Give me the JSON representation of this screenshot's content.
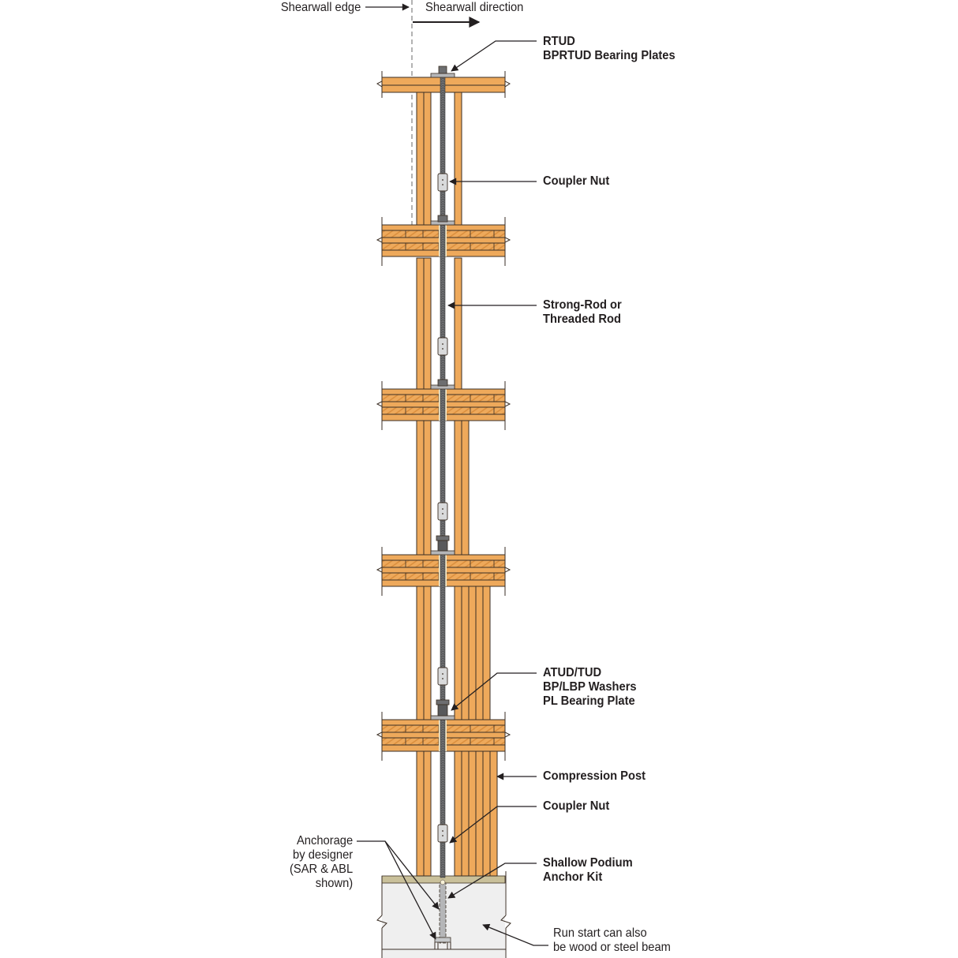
{
  "diagram": {
    "type": "continuous rod tiedown system elevation",
    "colors": {
      "lumber": "#eea95b",
      "lumber_grain": "#d98c3a",
      "outline": "#3a2e24",
      "rod": "#6d6e70",
      "steel_light": "#c7c9cb",
      "concrete": "#efefef",
      "sill": "#c9c09a",
      "leader": "#231f20"
    },
    "top_labels": {
      "shearwall_edge": "Shearwall edge",
      "shearwall_direction": "Shearwall direction"
    },
    "callouts": [
      {
        "id": "rtud",
        "lines": [
          "RTUD",
          "BPRTUD Bearing Plates"
        ]
      },
      {
        "id": "coupler-nut-top",
        "lines": [
          "Coupler Nut"
        ]
      },
      {
        "id": "strong-rod",
        "lines": [
          "Strong-Rod or",
          "Threaded Rod"
        ]
      },
      {
        "id": "atud",
        "lines": [
          "ATUD/TUD",
          "BP/LBP Washers",
          "PL Bearing Plate"
        ]
      },
      {
        "id": "compression-post",
        "lines": [
          "Compression Post"
        ]
      },
      {
        "id": "coupler-nut-bottom",
        "lines": [
          "Coupler Nut"
        ]
      },
      {
        "id": "shallow-podium",
        "lines": [
          "Shallow Podium",
          "Anchor Kit"
        ]
      }
    ],
    "notes": {
      "anchorage": [
        "Anchorage",
        "by designer",
        "(SAR & ABL",
        "shown)"
      ],
      "run_start": [
        "Run start can also",
        "be wood or steel beam"
      ]
    },
    "floor_levels": 5
  }
}
